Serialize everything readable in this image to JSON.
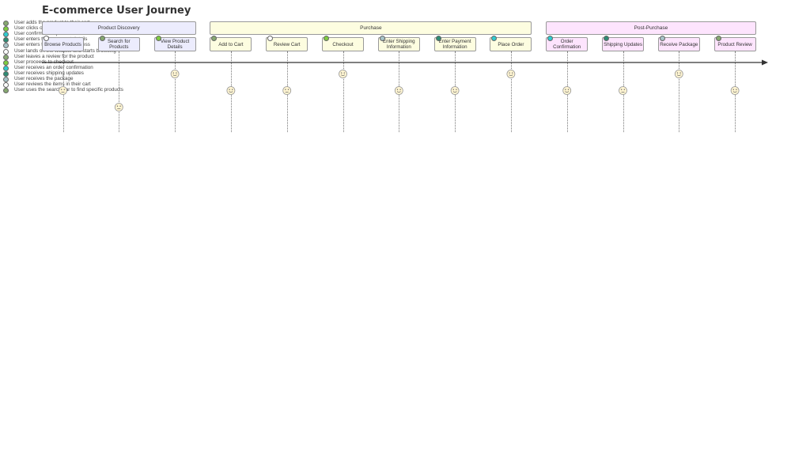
{
  "title": "E-commerce User Journey",
  "legend": [
    {
      "label": "User adds the product to their cart",
      "color": "#86a870"
    },
    {
      "label": "User clicks on a product to view details",
      "color": "#7ecb3f"
    },
    {
      "label": "User confirms and places the order",
      "color": "#2ecbd0"
    },
    {
      "label": "User enters their payment details",
      "color": "#2d8c74"
    },
    {
      "label": "User enters their shipping address",
      "color": "#a7c4c9"
    },
    {
      "label": "User lands on the website and starts browsing",
      "color": "#ffffff"
    },
    {
      "label": "User leaves a review for the product",
      "color": "#86a870"
    },
    {
      "label": "User proceeds to checkout",
      "color": "#7ecb3f"
    },
    {
      "label": "User receives an order confirmation",
      "color": "#2ecbd0"
    },
    {
      "label": "User receives shipping updates",
      "color": "#2d8c74"
    },
    {
      "label": "User receives the package",
      "color": "#a7c4c9"
    },
    {
      "label": "User reviews the items in their cart",
      "color": "#ffffff"
    },
    {
      "label": "User uses the search bar to find specific products",
      "color": "#86a870"
    }
  ],
  "sections": [
    {
      "label": "Product Discovery",
      "fill": "#ececfd"
    },
    {
      "label": "Purchase",
      "fill": "#fdfde0"
    },
    {
      "label": "Post-Purchase",
      "fill": "#fde4fd"
    }
  ],
  "tasks": [
    {
      "label": "Browse Products",
      "section": 0,
      "score": 3,
      "dot": "#ffffff"
    },
    {
      "label": "Search for Products",
      "section": 0,
      "score": 2,
      "dot": "#86a870"
    },
    {
      "label": "View Product Details",
      "section": 0,
      "score": 5,
      "dot": "#7ecb3f"
    },
    {
      "label": "Add to Cart",
      "section": 1,
      "score": 4,
      "dot": "#86a870"
    },
    {
      "label": "Review Cart",
      "section": 1,
      "score": 3,
      "dot": "#ffffff"
    },
    {
      "label": "Checkout",
      "section": 1,
      "score": 5,
      "dot": "#7ecb3f"
    },
    {
      "label": "Enter Shipping Information",
      "section": 1,
      "score": 4,
      "dot": "#a7c4c9"
    },
    {
      "label": "Enter Payment Information",
      "section": 1,
      "score": 4,
      "dot": "#2d8c74"
    },
    {
      "label": "Place Order",
      "section": 1,
      "score": 5,
      "dot": "#2ecbd0"
    },
    {
      "label": "Order Confirmation",
      "section": 2,
      "score": 4,
      "dot": "#2ecbd0"
    },
    {
      "label": "Shipping Updates",
      "section": 2,
      "score": 3,
      "dot": "#2d8c74"
    },
    {
      "label": "Receive Package",
      "section": 2,
      "score": 5,
      "dot": "#a7c4c9"
    },
    {
      "label": "Product Review",
      "section": 2,
      "score": 4,
      "dot": "#86a870"
    }
  ]
}
